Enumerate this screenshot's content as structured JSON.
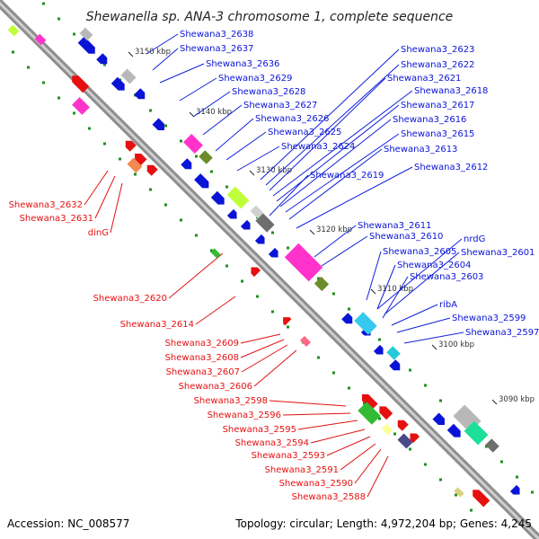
{
  "title": "Shewanella sp. ANA-3 chromosome 1, complete sequence",
  "footer": {
    "accession": "Accession: NC_008577",
    "summary": "Topology: circular; Length: 4,972,204 bp; Genes: 4,245"
  },
  "colors": {
    "plus_strand": "#0a14d6",
    "minus_strand": "#e61010",
    "leader_plus": "#1020d8",
    "leader_minus": "#e01010",
    "backbone": "#a0a0a0",
    "dots": "#1f8f1f"
  },
  "ticks": [
    "3150 kbp",
    "3140 kbp",
    "3130 kbp",
    "3120 kbp",
    "3110 kbp",
    "3100 kbp",
    "3090 kbp"
  ],
  "labels_plus": [
    "Shewana3_2638",
    "Shewana3_2637",
    "Shewana3_2636",
    "Shewana3_2629",
    "Shewana3_2628",
    "Shewana3_2627",
    "Shewana3_2626",
    "Shewana3_2625",
    "Shewana3_2624",
    "Shewana3_2623",
    "Shewana3_2622",
    "Shewana3_2621",
    "Shewana3_2618",
    "Shewana3_2617",
    "Shewana3_2616",
    "Shewana3_2615",
    "Shewana3_2613",
    "Shewana3_2619",
    "Shewana3_2612",
    "Shewana3_2611",
    "Shewana3_2610",
    "nrdG",
    "Shewana3_2605",
    "Shewana3_2601",
    "Shewana3_2604",
    "Shewana3_2603",
    "ribA",
    "Shewana3_2599",
    "Shewana3_2597"
  ],
  "labels_minus": [
    "Shewana3_2632",
    "Shewana3_2631",
    "dinG",
    "Shewana3_2620",
    "Shewana3_2614",
    "Shewana3_2609",
    "Shewana3_2608",
    "Shewana3_2607",
    "Shewana3_2606",
    "Shewana3_2598",
    "Shewana3_2596",
    "Shewana3_2595",
    "Shewana3_2594",
    "Shewana3_2593",
    "Shewana3_2591",
    "Shewana3_2590",
    "Shewana3_2588"
  ]
}
